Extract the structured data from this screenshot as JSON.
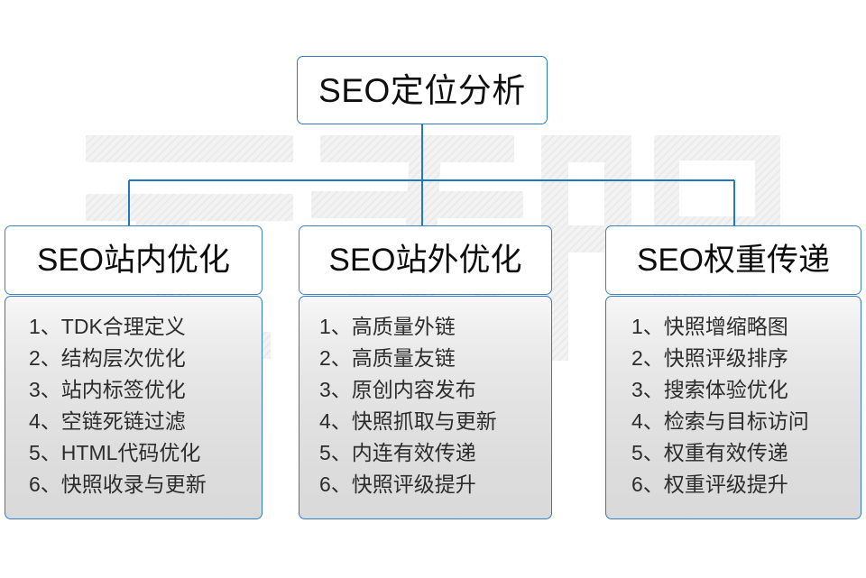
{
  "diagram": {
    "root": {
      "label": "SEO定位分析"
    },
    "colors": {
      "border_blue": "#2f7cc0",
      "connector_blue": "#1f7ac0",
      "header_bg": "#ffffff",
      "body_gradient_top": "#f7f7f7",
      "body_gradient_bottom": "#d9d9d9",
      "text": "#0f0f0f",
      "item_text": "#2c2c2c",
      "watermark": "#ededed"
    },
    "columns": [
      {
        "header": "SEO站内优化",
        "items": [
          {
            "num": "1、",
            "text": "TDK合理定义"
          },
          {
            "num": "2、",
            "text": "结构层次优化"
          },
          {
            "num": "3、",
            "text": "站内标签优化"
          },
          {
            "num": "4、",
            "text": "空链死链过滤"
          },
          {
            "num": "5、",
            "text": "HTML代码优化"
          },
          {
            "num": "6、",
            "text": "快照收录与更新"
          }
        ]
      },
      {
        "header": "SEO站外优化",
        "items": [
          {
            "num": "1、",
            "text": "高质量外链"
          },
          {
            "num": "2、",
            "text": "高质量友链"
          },
          {
            "num": "3、",
            "text": "原创内容发布"
          },
          {
            "num": "4、",
            "text": "快照抓取与更新"
          },
          {
            "num": "5、",
            "text": "内连有效传递"
          },
          {
            "num": "6、",
            "text": "快照评级提升"
          }
        ]
      },
      {
        "header": "SEO权重传递",
        "items": [
          {
            "num": "1、",
            "text": "快照增缩略图"
          },
          {
            "num": "2、",
            "text": "快照评级排序"
          },
          {
            "num": "3、",
            "text": "搜索体验优化"
          },
          {
            "num": "4、",
            "text": "检索与目标访问"
          },
          {
            "num": "5、",
            "text": "权重有效传递"
          },
          {
            "num": "6、",
            "text": "权重评级提升"
          }
        ]
      }
    ],
    "watermark": {
      "text": "云无限"
    }
  }
}
